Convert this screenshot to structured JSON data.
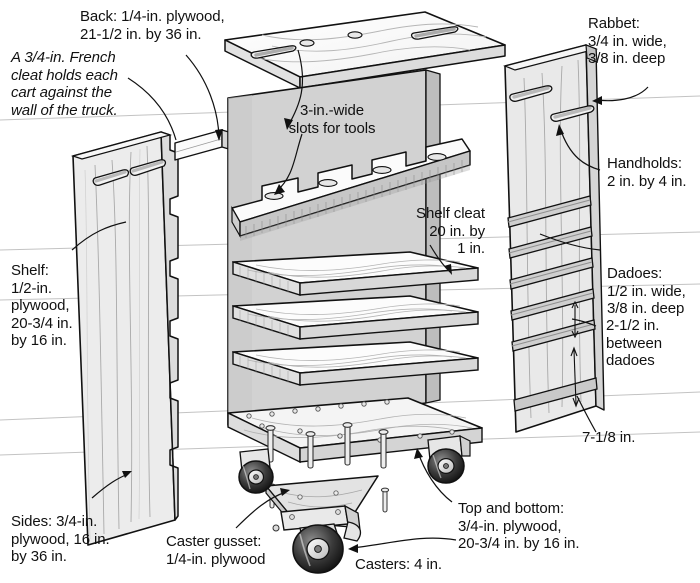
{
  "diagram": {
    "title": "Tool cart construction drawing",
    "subject": "rolling tool cart exploded view",
    "colors": {
      "ink": "#111111",
      "back_panel_gray": "#d2d2d2",
      "panel_face": "#efefef",
      "panel_edge": "#c9c9c9",
      "shelf_face": "#fafafa",
      "caster_dark": "#1d1d1d",
      "background": "#ffffff",
      "faint_line": "#bdbdbd"
    },
    "callouts": [
      {
        "id": "back",
        "text": "Back: 1/4-in. plywood,\n21-1/2 in. by 36 in.",
        "style": "roman",
        "align": "left"
      },
      {
        "id": "french-cleat",
        "text": "A 3/4-in. French\ncleat holds each\ncart against the\nwall of the truck.",
        "style": "italic",
        "align": "left"
      },
      {
        "id": "rabbet",
        "text": "Rabbet:\n3/4 in. wide,\n3/8 in. deep",
        "style": "roman",
        "align": "left"
      },
      {
        "id": "slots",
        "text": "3-in.-wide\nslots for tools",
        "style": "roman",
        "align": "center"
      },
      {
        "id": "handholds",
        "text": "Handholds:\n2 in. by 4 in.",
        "style": "roman",
        "align": "left"
      },
      {
        "id": "shelf-cleat",
        "text": "Shelf cleat\n20 in. by\n1 in.",
        "style": "roman",
        "align": "right"
      },
      {
        "id": "dadoes",
        "text": "Dadoes:\n1/2 in. wide,\n3/8 in. deep",
        "style": "roman",
        "align": "left"
      },
      {
        "id": "shelf",
        "text": "Shelf:\n1/2-in.\nplywood,\n20-3/4 in.\nby 16 in.",
        "style": "roman",
        "align": "left"
      },
      {
        "id": "between-dadoes",
        "text": "2-1/2 in.\nbetween\ndadoes",
        "style": "roman",
        "align": "left"
      },
      {
        "id": "bottom-dim",
        "text": "7-1/8 in.",
        "style": "roman",
        "align": "left"
      },
      {
        "id": "sides",
        "text": "Sides: 3/4-in.\nplywood, 16 in.\nby 36 in.",
        "style": "roman",
        "align": "left"
      },
      {
        "id": "caster-gusset",
        "text": "Caster gusset:\n1/4-in. plywood",
        "style": "roman",
        "align": "left"
      },
      {
        "id": "casters",
        "text": "Casters: 4 in.",
        "style": "roman",
        "align": "left"
      },
      {
        "id": "top-bottom",
        "text": "Top and bottom:\n3/4-in. plywood,\n20-3/4 in. by 16 in.",
        "style": "roman",
        "align": "left"
      }
    ],
    "parts": [
      {
        "name": "top-panel",
        "label": "Top and bottom: 3/4-in. plywood, 20-3/4 in. by 16 in."
      },
      {
        "name": "bottom-panel",
        "label": "Top and bottom: 3/4-in. plywood, 20-3/4 in. by 16 in."
      },
      {
        "name": "back-panel",
        "label": "Back: 1/4-in. plywood, 21-1/2 in. by 36 in."
      },
      {
        "name": "left-side-panel",
        "label": "Sides: 3/4-in. plywood, 16 in. by 36 in."
      },
      {
        "name": "right-side-panel",
        "label": "Sides: 3/4-in. plywood, 16 in. by 36 in."
      },
      {
        "name": "shelf",
        "label": "Shelf: 1/2-in. plywood, 20-3/4 in. by 16 in."
      },
      {
        "name": "shelf-cleat",
        "label": "Shelf cleat 20 in. by 1 in."
      },
      {
        "name": "french-cleat",
        "label": "A 3/4-in. French cleat"
      },
      {
        "name": "caster-gusset",
        "label": "Caster gusset: 1/4-in. plywood"
      },
      {
        "name": "caster",
        "label": "Casters: 4 in."
      }
    ]
  }
}
